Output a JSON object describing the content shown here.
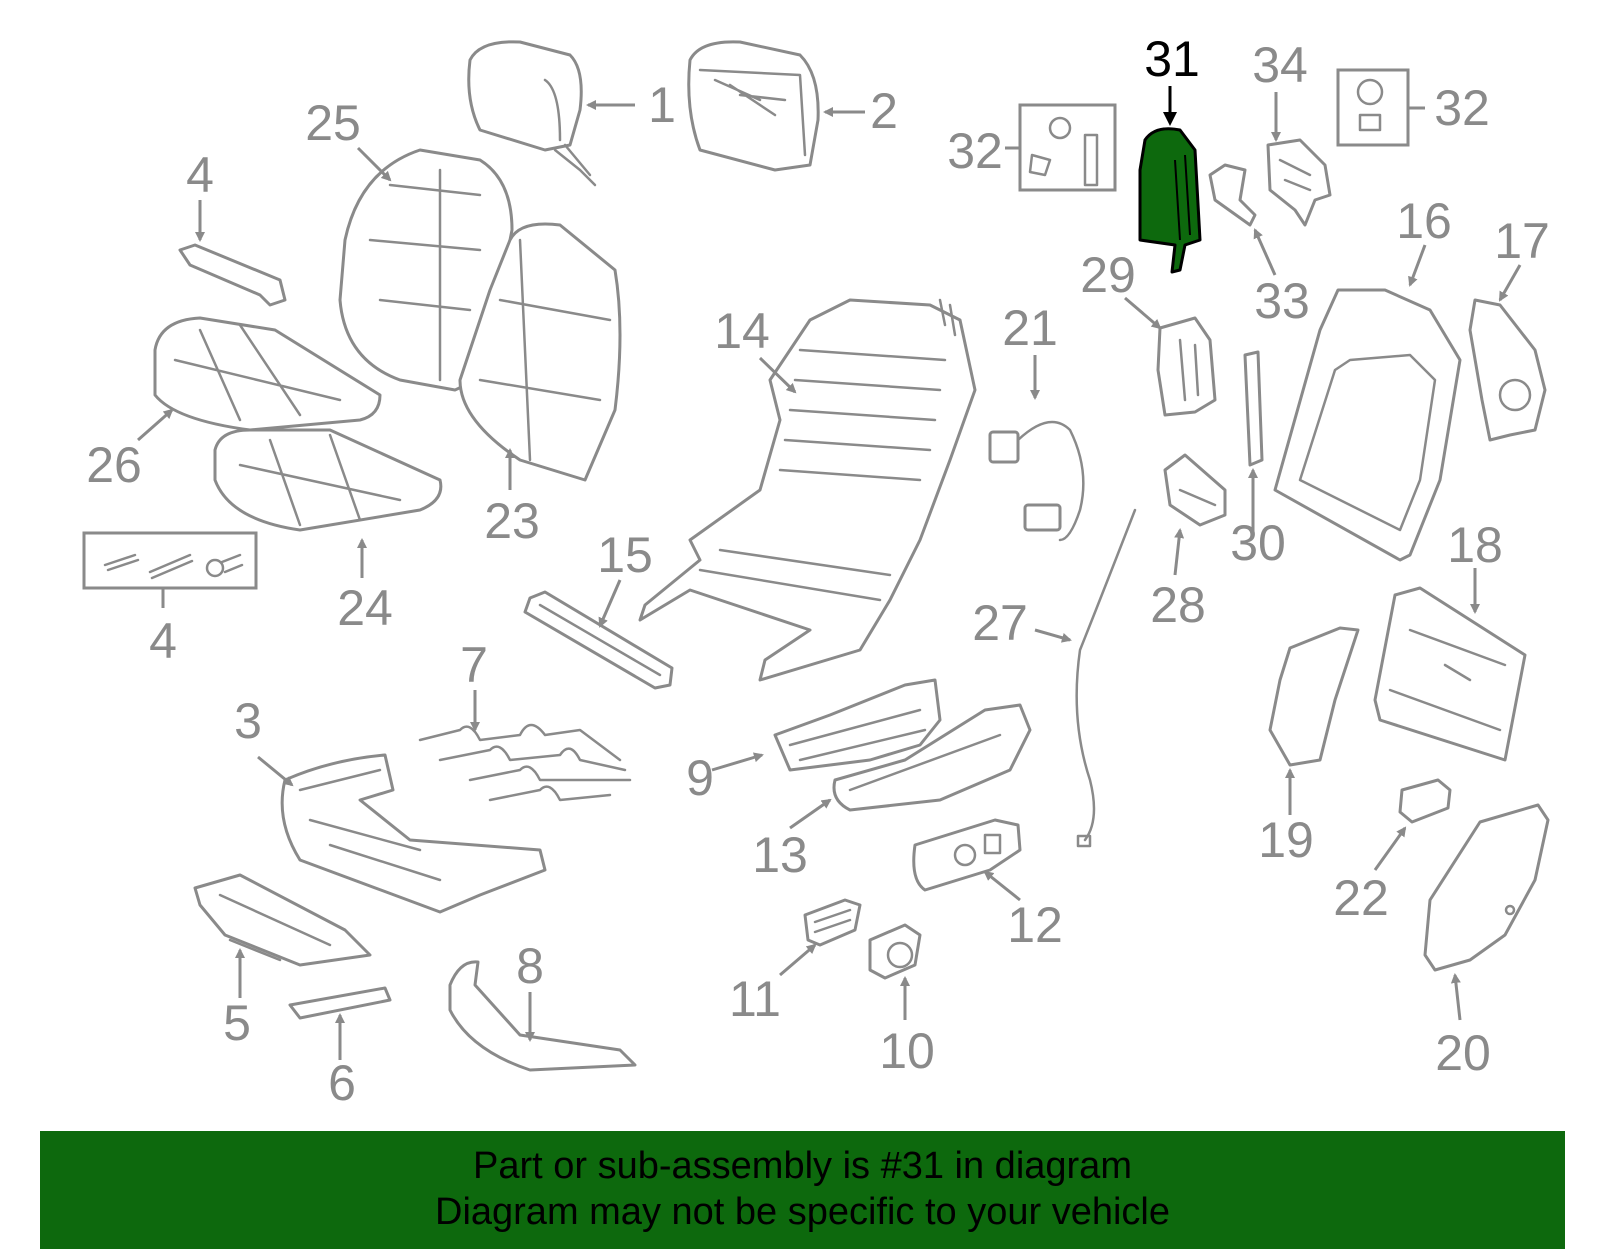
{
  "colors": {
    "part_stroke": "#8a8a8a",
    "highlight_fill": "#0d690d",
    "highlight_label": "#000000",
    "banner_bg": "#0d690d",
    "banner_text": "#000000"
  },
  "highlighted_part": "31",
  "callouts": {
    "c1": "1",
    "c2": "2",
    "c3": "3",
    "c4a": "4",
    "c4b": "4",
    "c5": "5",
    "c6": "6",
    "c7": "7",
    "c8": "8",
    "c9": "9",
    "c10": "10",
    "c11": "11",
    "c12": "12",
    "c13": "13",
    "c14": "14",
    "c15": "15",
    "c16": "16",
    "c17": "17",
    "c18": "18",
    "c19": "19",
    "c20": "20",
    "c21": "21",
    "c22": "22",
    "c23": "23",
    "c24": "24",
    "c25": "25",
    "c26": "26",
    "c27": "27",
    "c28": "28",
    "c29": "29",
    "c30": "30",
    "c31": "31",
    "c32a": "32",
    "c32b": "32",
    "c33": "33",
    "c34": "34"
  },
  "banner": {
    "line1": "Part or sub-assembly is #31 in diagram",
    "line2": "Diagram may not be specific to your vehicle"
  }
}
